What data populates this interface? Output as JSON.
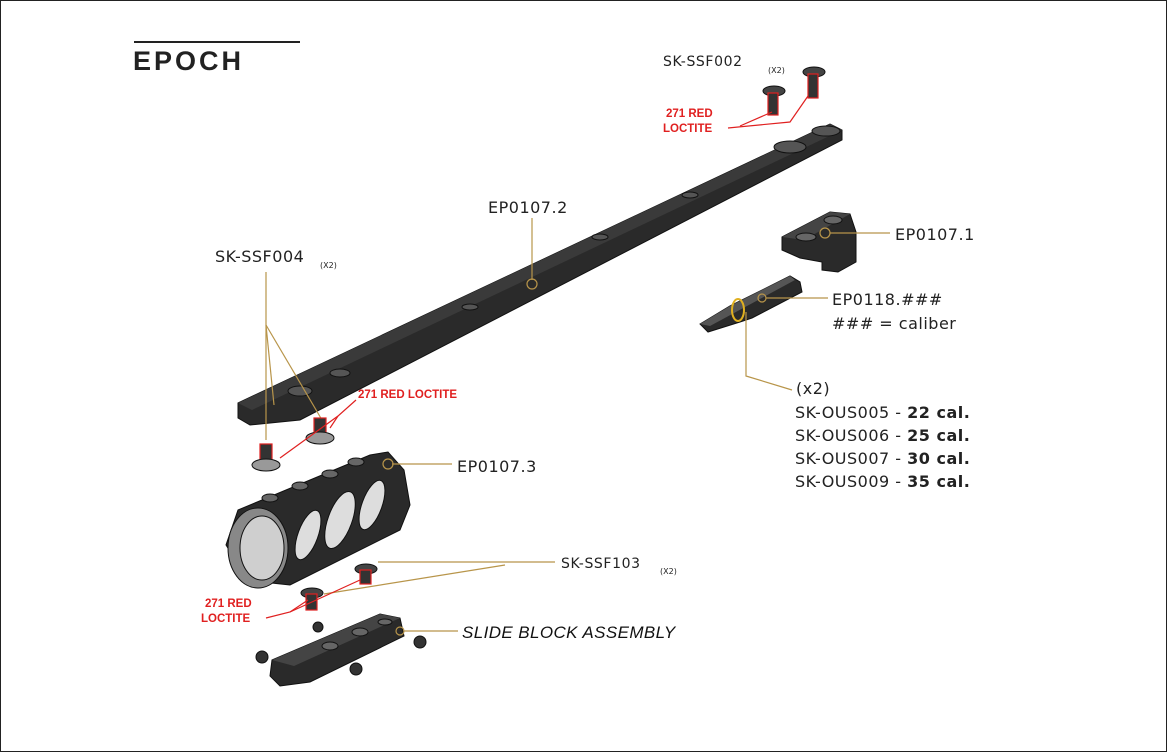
{
  "brand": {
    "logo": "EPOCH"
  },
  "labels": {
    "ssf002": "SK-SSF002",
    "ssf002_qty": "(X2)",
    "red_loctite_top_1": "271 RED",
    "red_loctite_top_2": "LOCTITE",
    "ep0107_2": "EP0107.2",
    "ep0107_1": "EP0107.1",
    "ep0118": "EP0118.###",
    "caliber_note": "### = caliber",
    "ssf004": "SK-SSF004",
    "ssf004_qty": "(X2)",
    "red_loctite_mid": "271 RED LOCTITE",
    "ep0107_3": "EP0107.3",
    "ssf103": "SK-SSF103",
    "ssf103_qty": "(X2)",
    "red_loctite_bot_1": "271 RED",
    "red_loctite_bot_2": "LOCTITE",
    "slide_block": "SLIDE BLOCK ASSEMBLY"
  },
  "bushings": {
    "qty": "(x2)",
    "items": [
      {
        "code": "SK-OUS005 - ",
        "cal": "22 cal."
      },
      {
        "code": "SK-OUS006 - ",
        "cal": "25 cal."
      },
      {
        "code": "SK-OUS007 - ",
        "cal": "30 cal."
      },
      {
        "code": "SK-OUS009 - ",
        "cal": "35 cal."
      }
    ]
  },
  "colors": {
    "leader": "#b8954a",
    "loctite": "#e02020",
    "part": "#2a2a2a"
  }
}
